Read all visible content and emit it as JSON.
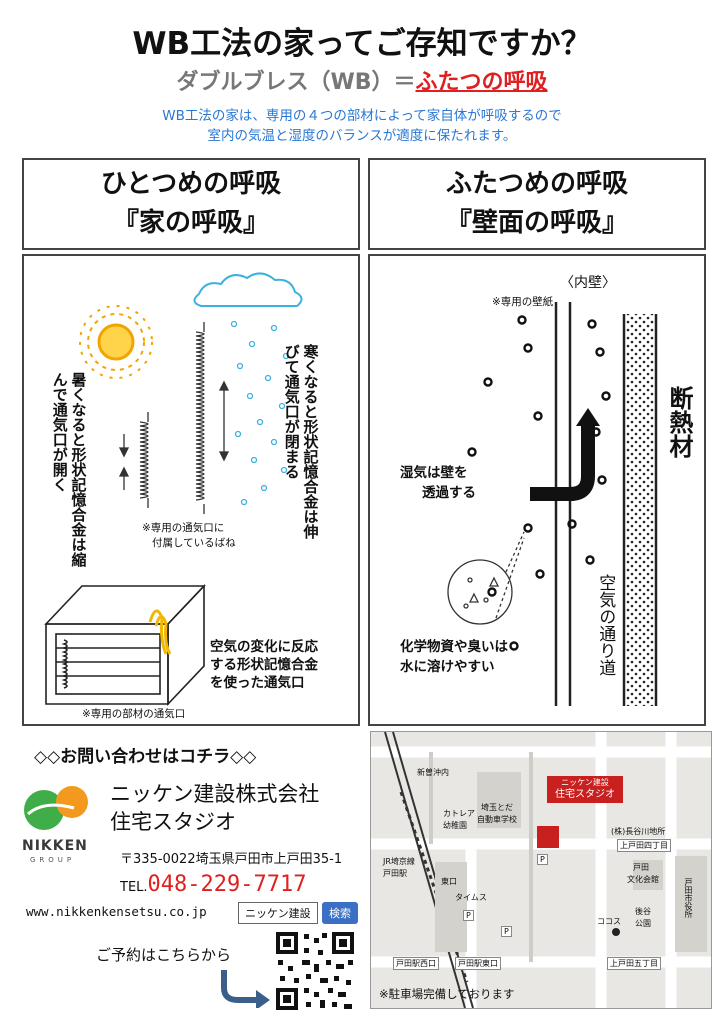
{
  "header": {
    "title": "WB工法の家ってご存知ですか？",
    "subtitle_prefix": "ダブルブレス（WB）＝",
    "subtitle_highlight": "ふたつの呼吸",
    "intro_line1": "WB工法の家は、専用の４つの部材によって家自体が呼吸するので",
    "intro_line2": "室内の気温と湿度のバランスが適度に保たれます。"
  },
  "sections": {
    "first": {
      "line1": "ひとつめの呼吸",
      "line2": "『家の呼吸』"
    },
    "second": {
      "line1": "ふたつめの呼吸",
      "line2": "『壁面の呼吸』"
    }
  },
  "panel_left": {
    "hot_text": "暑くなると形状記憶合金は縮んで通気口が開く",
    "cold_text": "寒くなると形状記憶合金は伸びて通気口が閉まる",
    "spring_note_1": "※専用の通気口に",
    "spring_note_2": "付属しているばね",
    "vent_text_1": "空気の変化に反応",
    "vent_text_2": "する形状記憶合金",
    "vent_text_3": "を使った通気口",
    "vent_note": "※専用の部材の通気口"
  },
  "panel_right": {
    "inner_wall": "〈内壁〉",
    "wallpaper_note": "※専用の壁紙",
    "insulation": "断熱材",
    "moisture_1": "湿気は壁を",
    "moisture_2": "透過する",
    "air_path": "空気の通り道",
    "chem_1": "化学物資や臭いは",
    "chem_2": "水に溶けやすい"
  },
  "contact": {
    "heading": "◇◇お問い合わせはコチラ◇◇",
    "company_line1": "ニッケン建設株式会社",
    "company_line2": "住宅スタジオ",
    "logo_text": "NIKKEN",
    "logo_sub": "GROUP",
    "address": "〒335-0022埼玉県戸田市上戸田35-1",
    "tel_label": "TEL.",
    "tel_number": "048-229-7717",
    "url": "www.nikkenkensetsu.co.jp",
    "search_term": "ニッケン建設",
    "search_button": "検索",
    "reserve": "ご予約はこちらから"
  },
  "map": {
    "studio_line1": "ニッケン建設",
    "studio_line2": "住宅スタジオ",
    "labels": {
      "shinsone": "新曽沖内",
      "kindergarten_1": "カトレア",
      "kindergarten_2": "幼稚園",
      "driving_1": "埼玉とだ",
      "driving_2": "自動車学校",
      "hasegawa": "(株)長谷川地所",
      "kamitoda4": "上戸田四丁目",
      "station_1": "JR埼京線",
      "station_2": "戸田駅",
      "east_exit": "東口",
      "times": "タイムス",
      "toda_bunka_1": "戸田",
      "toda_bunka_2": "文化会館",
      "cocos": "ココス",
      "goshin_1": "後谷",
      "goshin_2": "公園",
      "city_hall": "戸田市役所",
      "west_exit_stop": "戸田駅西口",
      "east_exit_stop": "戸田駅東口",
      "kamitoda5": "上戸田五丁目",
      "parking": "P"
    },
    "parking_note": "※駐車場完備しております"
  }
}
